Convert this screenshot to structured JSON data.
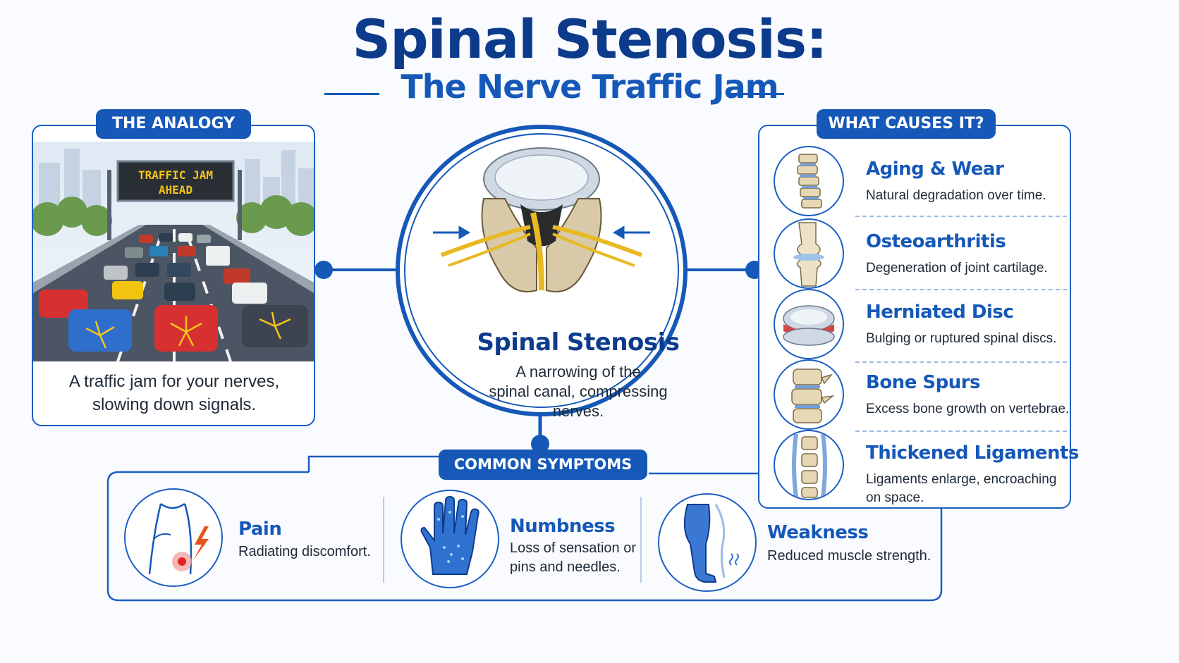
{
  "header": {
    "title": "Spinal Stenosis:",
    "subtitle": "The Nerve Traffic Jam"
  },
  "analogy": {
    "label": "THE ANALOGY",
    "sign_line1": "TRAFFIC JAM",
    "sign_line2": "AHEAD",
    "caption_line1": "A traffic jam for your nerves,",
    "caption_line2": "slowing down signals."
  },
  "center": {
    "title": "Spinal Stenosis",
    "desc_line1": "A narrowing of the",
    "desc_line2": "spinal canal, compressing",
    "desc_line3": "nerves."
  },
  "causes": {
    "label": "WHAT CAUSES IT?",
    "items": [
      {
        "title": "Aging & Wear",
        "desc": "Natural degradation over time.",
        "icon": "spine-icon"
      },
      {
        "title": "Osteoarthritis",
        "desc": "Degeneration of joint cartilage.",
        "icon": "knee-joint-icon"
      },
      {
        "title": "Herniated Disc",
        "desc": "Bulging or ruptured spinal discs.",
        "icon": "disc-icon"
      },
      {
        "title": "Bone Spurs",
        "desc": "Excess bone growth on vertebrae.",
        "icon": "bone-spur-icon"
      },
      {
        "title": "Thickened Ligaments",
        "desc": "Ligaments enlarge, encroaching on space.",
        "icon": "ligament-icon"
      }
    ]
  },
  "symptoms": {
    "label": "COMMON SYMPTOMS",
    "items": [
      {
        "title": "Pain",
        "desc": "Radiating discomfort.",
        "icon": "back-pain-icon"
      },
      {
        "title": "Numbness",
        "desc_line1": "Loss of sensation or",
        "desc_line2": "pins and needles.",
        "icon": "hand-numbness-icon"
      },
      {
        "title": "Weakness",
        "desc": "Reduced muscle strength.",
        "icon": "leg-weakness-icon"
      }
    ]
  },
  "colors": {
    "primary": "#1558b8",
    "dark": "#0d3b8c",
    "nerve": "#e8b923"
  }
}
